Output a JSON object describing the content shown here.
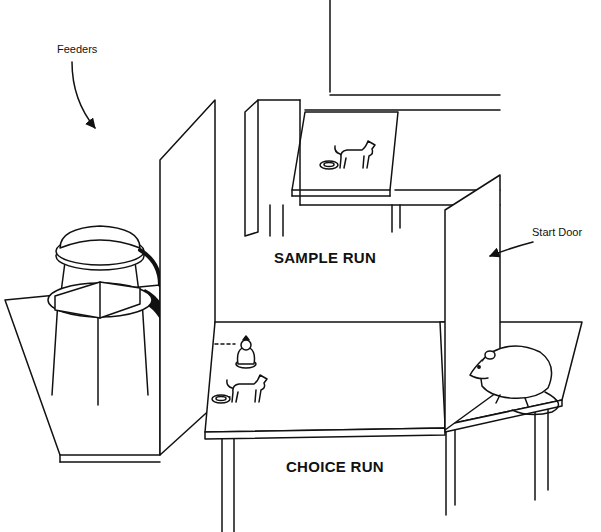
{
  "diagram": {
    "labels": [
      "Feeders",
      "SAMPLE RUN",
      "Start Door",
      "CHOICE RUN"
    ]
  }
}
